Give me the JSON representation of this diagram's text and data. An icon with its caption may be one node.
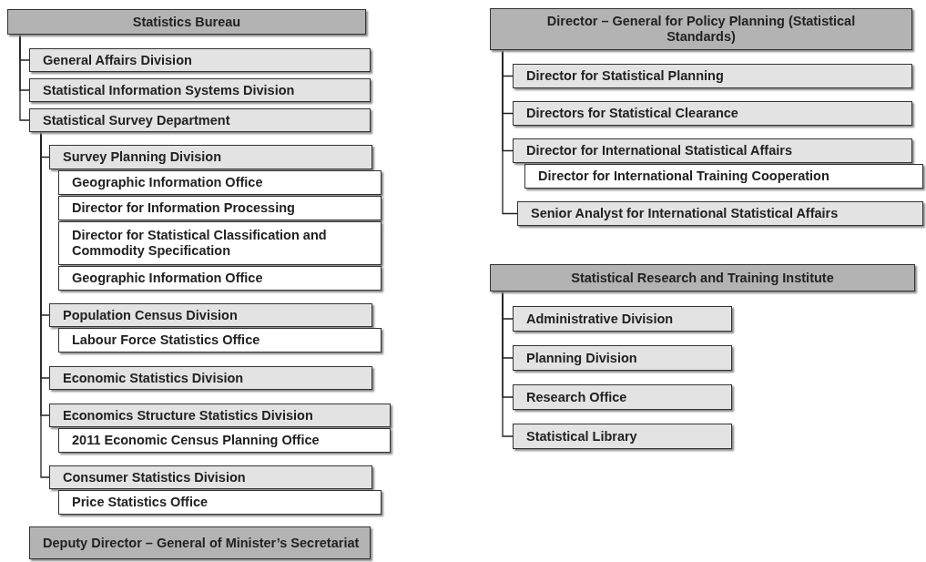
{
  "diagram": {
    "nodes": [
      {
        "text": [
          "Statistics Bureau"
        ]
      },
      {
        "text": [
          "General Affairs Division"
        ]
      },
      {
        "text": [
          "Statistical Information Systems Division"
        ]
      },
      {
        "text": [
          "Statistical Survey Department"
        ]
      },
      {
        "text": [
          "Survey Planning Division"
        ]
      },
      {
        "text": [
          "Geographic Information Office"
        ]
      },
      {
        "text": [
          "Director for Information Processing"
        ]
      },
      {
        "text": [
          "Director for Statistical Classification and Commodity Specification"
        ]
      },
      {
        "text": [
          "Geographic Information Office"
        ]
      },
      {
        "text": [
          "Population Census Division"
        ]
      },
      {
        "text": [
          "Labour Force Statistics Office"
        ]
      },
      {
        "text": [
          "Economic Statistics Division"
        ]
      },
      {
        "text": [
          "Economics Structure Statistics Division"
        ]
      },
      {
        "text": [
          "2011 Economic Census Planning Office"
        ]
      },
      {
        "text": [
          "Consumer Statistics Division"
        ]
      },
      {
        "text": [
          "Price Statistics Office"
        ]
      },
      {
        "text": [
          "Deputy Director – General of Minister’s Secretariat"
        ]
      },
      {
        "text": [
          "Director – General for Policy Planning (Statistical Standards)"
        ]
      },
      {
        "text": [
          "Director for Statistical Planning"
        ]
      },
      {
        "text": [
          "Directors for Statistical Clearance"
        ]
      },
      {
        "text": [
          "Director for International Statistical Affairs"
        ]
      },
      {
        "text": [
          "Director for International Training Cooperation"
        ]
      },
      {
        "text": [
          "Senior Analyst for International Statistical Affairs"
        ]
      },
      {
        "text": [
          "Statistical Research and Training Institute"
        ]
      },
      {
        "text": [
          "Administrative Division"
        ]
      },
      {
        "text": [
          "Planning Division"
        ]
      },
      {
        "text": [
          "Research Office"
        ]
      },
      {
        "text": [
          "Statistical Library"
        ]
      }
    ],
    "edges": [
      {
        "from": 0,
        "to": 1,
        "arrow": "none"
      },
      {
        "from": 0,
        "to": 2,
        "arrow": "none"
      },
      {
        "from": 0,
        "to": 3,
        "arrow": "none"
      },
      {
        "from": 3,
        "to": 4,
        "arrow": "none"
      },
      {
        "from": 3,
        "to": 9,
        "arrow": "none"
      },
      {
        "from": 3,
        "to": 11,
        "arrow": "none"
      },
      {
        "from": 3,
        "to": 12,
        "arrow": "none"
      },
      {
        "from": 3,
        "to": 14,
        "arrow": "none"
      },
      {
        "from": 17,
        "to": 18,
        "arrow": "none"
      },
      {
        "from": 17,
        "to": 19,
        "arrow": "none"
      },
      {
        "from": 17,
        "to": 20,
        "arrow": "none"
      },
      {
        "from": 17,
        "to": 22,
        "arrow": "none"
      },
      {
        "from": 23,
        "to": 24,
        "arrow": "none"
      },
      {
        "from": 23,
        "to": 25,
        "arrow": "none"
      },
      {
        "from": 23,
        "to": 26,
        "arrow": "none"
      },
      {
        "from": 23,
        "to": 27,
        "arrow": "none"
      }
    ]
  }
}
